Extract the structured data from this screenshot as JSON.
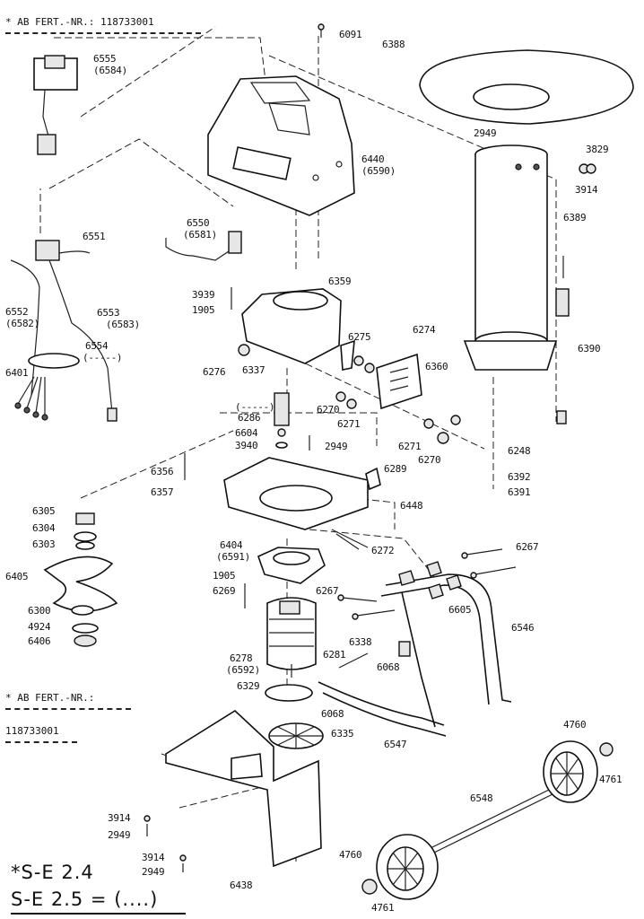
{
  "header_top": {
    "text": "* AB FERT.-NR.: 118733001"
  },
  "header_mid": {
    "line1": "* AB FERT.-NR.:",
    "line2": "118733001"
  },
  "model": {
    "line1": "*S-E 2.4",
    "line2": "S-E 2.5 = (....)"
  },
  "callouts": {
    "p6091": "6091",
    "p6388": "6388",
    "p6555": "6555",
    "p6584": "(6584)",
    "p6440": "6440",
    "p6590": "(6590)",
    "p2949a": "2949",
    "p3829": "3829",
    "p3914a": "3914",
    "p6389": "6389",
    "p6551": "6551",
    "p6550": "6550",
    "p6581": "(6581)",
    "p6359": "6359",
    "p3939": "3939",
    "p1905a": "1905",
    "p6552": "6552",
    "p6582": "(6582)",
    "p6553": "6553",
    "p6583": "(6583)",
    "p6554": "6554",
    "p6554b": "(-----)",
    "p6275": "6275",
    "p6274": "6274",
    "p6390": "6390",
    "p6401": "6401",
    "p6276": "6276",
    "p6337": "6337",
    "p6360": "6360",
    "p6270a": "6270",
    "p6271a": "6271",
    "p6286": "6286",
    "p6286b": "(-----)",
    "p6604": "6604",
    "p3940": "3940",
    "p2949b": "2949",
    "p6271b": "6271",
    "p6270b": "6270",
    "p6248": "6248",
    "p6356": "6356",
    "p6289": "6289",
    "p6392": "6392",
    "p6357": "6357",
    "p6391": "6391",
    "p6448": "6448",
    "p6305": "6305",
    "p6304": "6304",
    "p6303": "6303",
    "p6272": "6272",
    "p6404": "6404",
    "p6591": "(6591)",
    "p6267a": "6267",
    "p6405": "6405",
    "p1905b": "1905",
    "p6269": "6269",
    "p6267b": "6267",
    "p6605": "6605",
    "p6300": "6300",
    "p4924": "4924",
    "p6406": "6406",
    "p6338": "6338",
    "p6546": "6546",
    "p6281": "6281",
    "p6278": "6278",
    "p6592": "(6592)",
    "p6068a": "6068",
    "p6329": "6329",
    "p6068b": "6068",
    "p6335": "6335",
    "p6547": "6547",
    "p4760a": "4760",
    "p4761a": "4761",
    "p3914b": "3914",
    "p2949c": "2949",
    "p6548": "6548",
    "p3914c": "3914",
    "p2949d": "2949",
    "p4760b": "4760",
    "p6438": "6438",
    "p4761b": "4761"
  }
}
